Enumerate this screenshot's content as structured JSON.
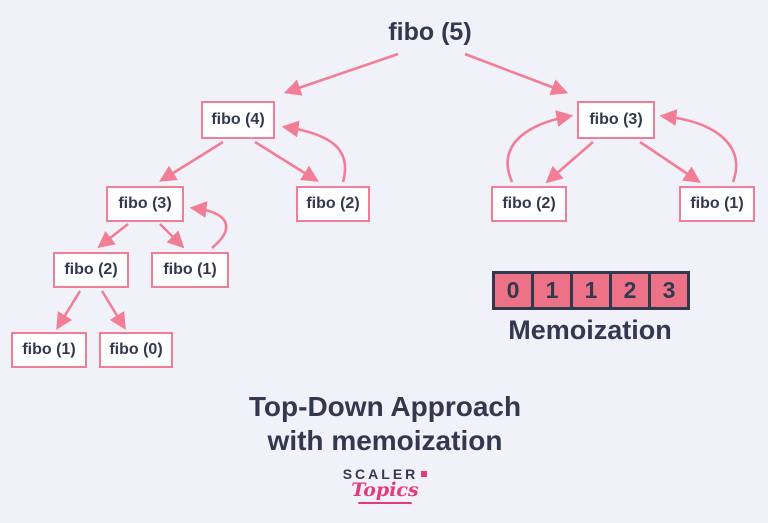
{
  "root_label": "fibo (5)",
  "nodes": {
    "n4": "fibo (4)",
    "n3_left": "fibo (3)",
    "n2_left": "fibo (2)",
    "n2_left_lower": "fibo (2)",
    "n1_left": "fibo (1)",
    "n1_leaf": "fibo (1)",
    "n0_leaf": "fibo (0)",
    "n3_right": "fibo (3)",
    "n2_right": "fibo (2)",
    "n1_right": "fibo (1)"
  },
  "memo": {
    "values": [
      "0",
      "1",
      "1",
      "2",
      "3"
    ],
    "label": "Memoization"
  },
  "caption": {
    "line1": "Top-Down Approach",
    "line2": "with memoization"
  },
  "logo": {
    "brand": "SCALER",
    "sub": "Topics"
  },
  "colors": {
    "pink": "#F17E95",
    "navy": "#32394F",
    "memo_fill": "#EE7287",
    "background": "#F1F1F9",
    "logo_pink": "#E4397B"
  }
}
